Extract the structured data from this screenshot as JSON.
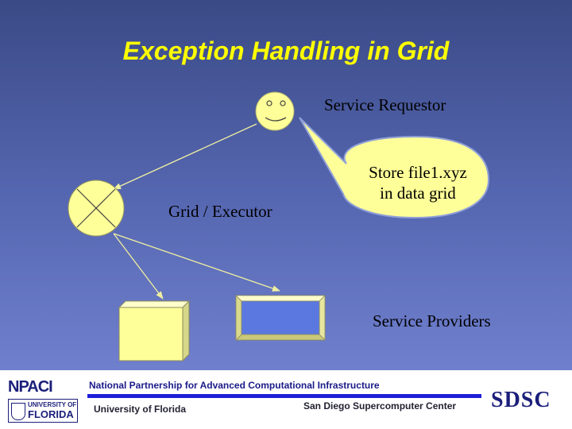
{
  "slide": {
    "title": "Exception Handling in Grid"
  },
  "diagram": {
    "requestor_label": "Service Requestor",
    "executor_label": "Grid / Executor",
    "speech_line1": "Store file1.xyz",
    "speech_line2": "in data grid",
    "providers_label": "Service Providers"
  },
  "footer": {
    "partnership": "National Partnership for Advanced Computational Infrastructure",
    "left_org": "University of Florida",
    "right_org": "San Diego Supercomputer Center",
    "npaci_logo": "NPACI",
    "uf_logo_line1": "UNIVERSITY OF",
    "uf_logo_line2": "FLORIDA",
    "sdsc_logo": "SDSC"
  },
  "colors": {
    "title": "#ffff00",
    "shape_fill": "#ffff99",
    "box_front": "#5a78e0",
    "footer_accent": "#1f1fd8"
  }
}
